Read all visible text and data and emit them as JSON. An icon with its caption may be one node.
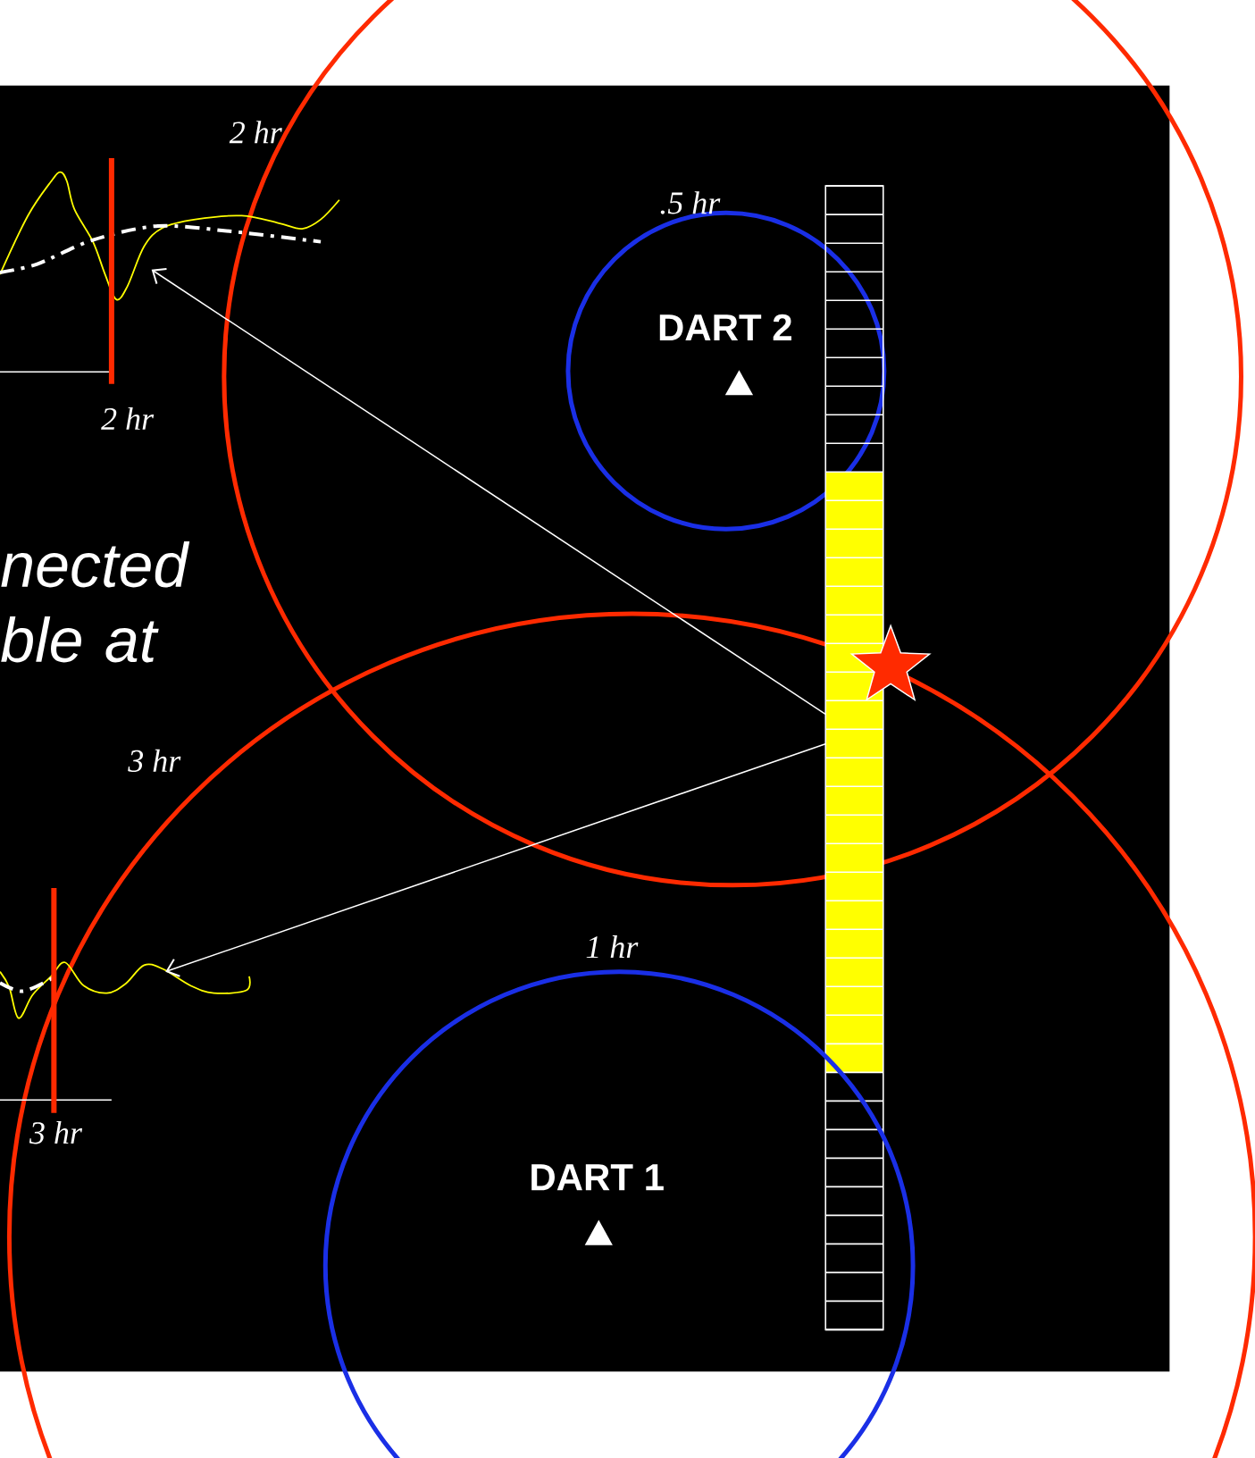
{
  "diagram": {
    "nodes": [
      {
        "text": [
          "2 hr"
        ]
      },
      {
        "text": [
          "DART 2"
        ],
        "beside": [
          ".5 hr"
        ]
      },
      {
        "text": [],
        "shape": "bar"
      },
      {
        "text": [],
        "shape": "star"
      },
      {
        "text": [
          "3 hr"
        ]
      },
      {
        "text": [
          "DART 1"
        ],
        "beside": [
          "1 hr"
        ]
      }
    ],
    "edges": [
      {
        "from": 2,
        "to": 0,
        "arrow": "to"
      },
      {
        "from": 2,
        "to": 4,
        "arrow": "to"
      }
    ],
    "labels": [
      "2 hr",
      "nected ble at",
      "3 hr"
    ]
  }
}
